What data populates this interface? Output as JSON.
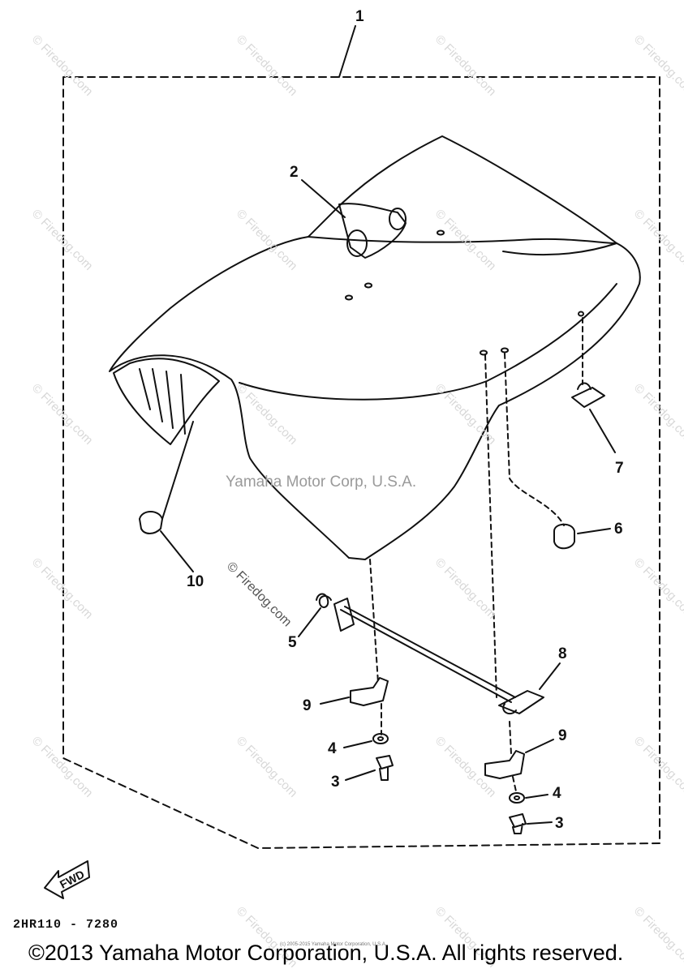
{
  "callouts": {
    "c1": "1",
    "c2": "2",
    "c3a": "3",
    "c3b": "3",
    "c4a": "4",
    "c4b": "4",
    "c5": "5",
    "c6": "6",
    "c7": "7",
    "c8": "8",
    "c9a": "9",
    "c9b": "9",
    "c10": "10"
  },
  "watermark_center": "Yamaha Motor Corp, U.S.A.",
  "watermark_firedog": "© Firedog.com",
  "fwd_label": "FWD",
  "part_code": "2HR110 - 7280",
  "tiny_notice": "(c) 2005-2015 Yamaha Motor Corporation, U.S.A.",
  "copyright": "©2013 Yamaha Motor Corporation, U.S.A. All rights reserved.",
  "colors": {
    "line": "#111111",
    "watermark": "#d8d8d8",
    "background": "#ffffff"
  }
}
